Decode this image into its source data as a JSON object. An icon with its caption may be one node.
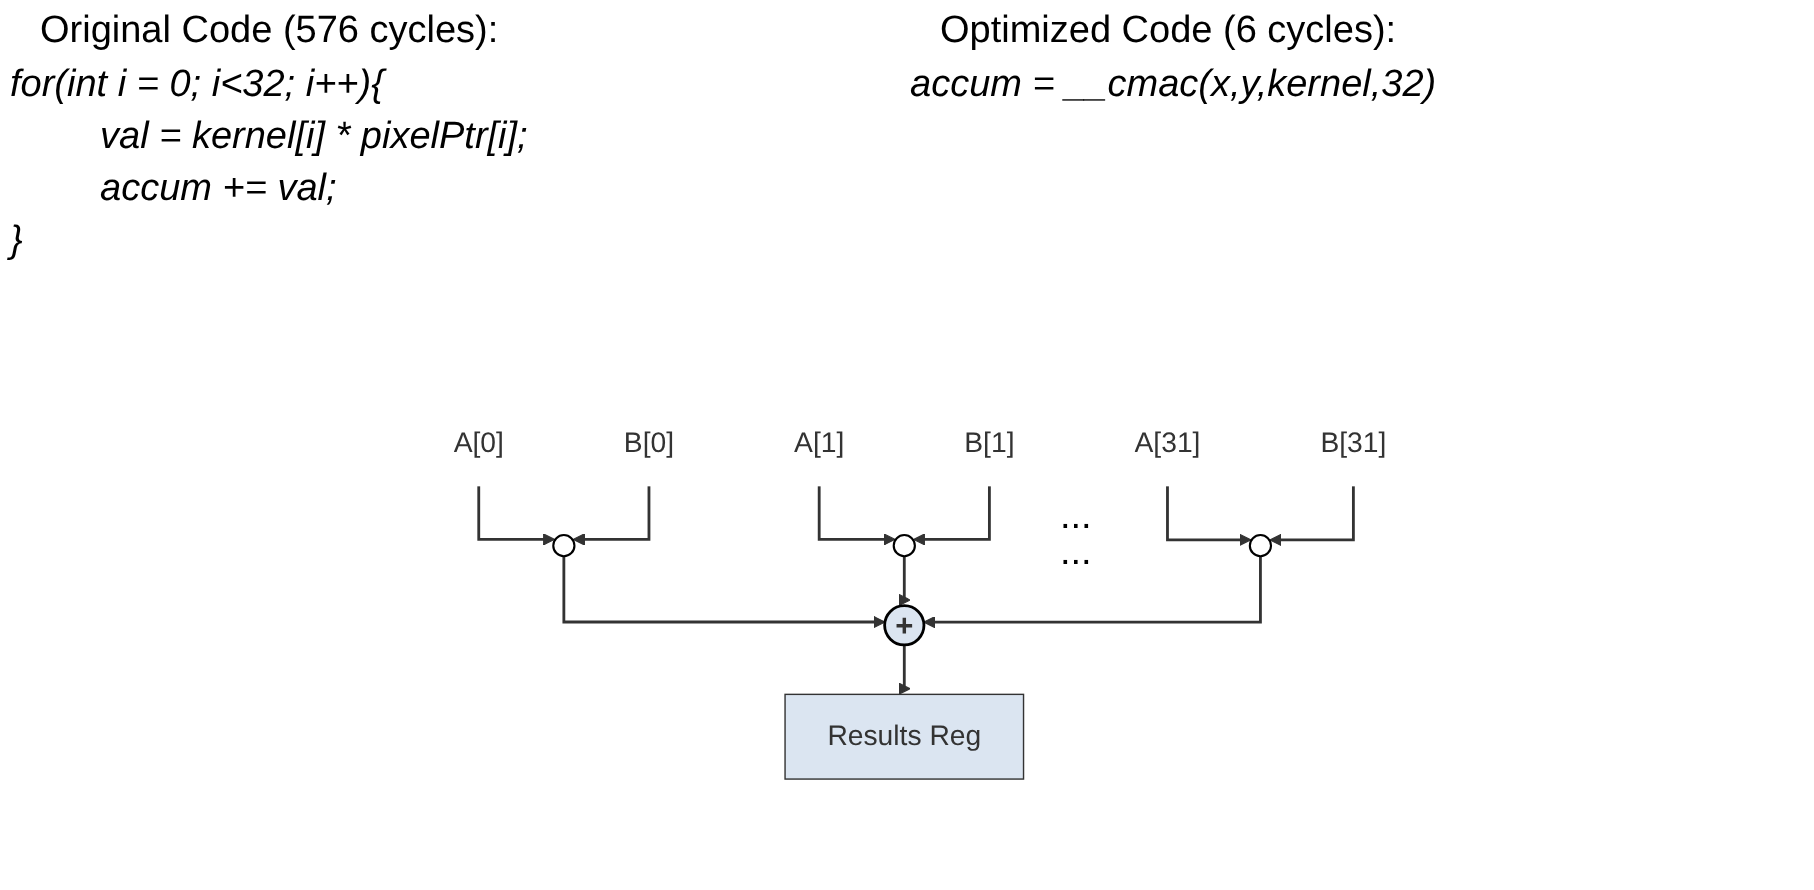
{
  "diagram": {
    "nodes": [
      {
        "text": [
          "A[0]"
        ]
      },
      {
        "text": [
          "B[0]"
        ]
      },
      {
        "text": [
          "A[1]"
        ]
      },
      {
        "text": [
          "B[1]"
        ]
      },
      {
        "text": [
          "A[31]"
        ]
      },
      {
        "text": [
          "B[31]"
        ]
      },
      {
        "text": [],
        "shape": "circle"
      },
      {
        "text": [],
        "shape": "circle"
      },
      {
        "text": [],
        "shape": "circle"
      },
      {
        "text": [
          "+"
        ]
      },
      {
        "text": [
          "Results Reg"
        ]
      }
    ],
    "edges": [
      {
        "from": 0,
        "to": 6,
        "arrow": "to"
      },
      {
        "from": 1,
        "to": 6,
        "arrow": "to"
      },
      {
        "from": 2,
        "to": 7,
        "arrow": "to"
      },
      {
        "from": 3,
        "to": 7,
        "arrow": "to"
      },
      {
        "from": 4,
        "to": 8,
        "arrow": "to"
      },
      {
        "from": 5,
        "to": 8,
        "arrow": "to"
      },
      {
        "from": 6,
        "to": 9,
        "arrow": "to"
      },
      {
        "from": 7,
        "to": 9,
        "arrow": "to"
      },
      {
        "from": 8,
        "to": 9,
        "arrow": "to"
      },
      {
        "from": 9,
        "to": 10,
        "arrow": "to"
      }
    ],
    "labels": [
      "Original Code (576 cycles):",
      "Optimized Code (6 cycles):",
      "for(int i = 0; i<32; i++){",
      "accum = __cmac(x,y,kernel,32)",
      "val = kernel[i] * pixelPtr[i];",
      "accum += val;",
      "}",
      "...",
      "..."
    ]
  }
}
